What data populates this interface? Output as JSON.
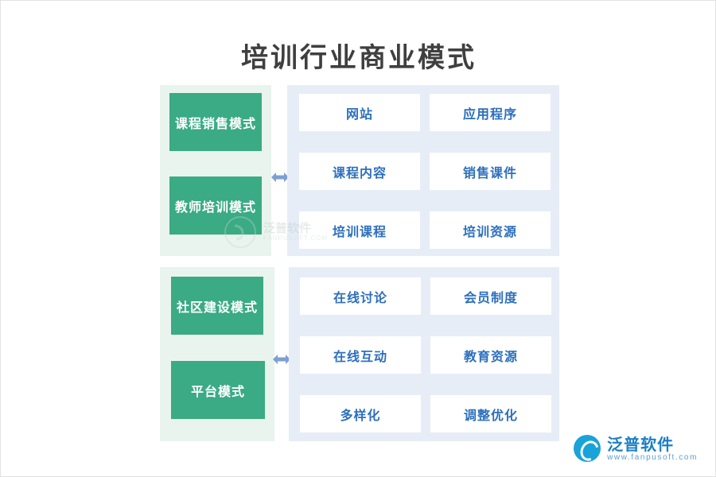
{
  "title": "培训行业商业模式",
  "colors": {
    "green": "#3aab84",
    "blue_text": "#2d6fbd",
    "left_panel_bg": "#eaf4ef",
    "right_panel_bg": "#e7edf7",
    "arrow": "#7d9fd1",
    "title_text": "#3f3f3f"
  },
  "groups": [
    {
      "left_items": [
        {
          "label": "课程销售模式"
        },
        {
          "label": "教师培训模式"
        }
      ],
      "arrow_icon": "double-arrow-horizontal-icon",
      "right_items": [
        {
          "label": "网站"
        },
        {
          "label": "应用程序"
        },
        {
          "label": "课程内容"
        },
        {
          "label": "销售课件"
        },
        {
          "label": "培训课程"
        },
        {
          "label": "培训资源"
        }
      ]
    },
    {
      "left_items": [
        {
          "label": "社区建设模式"
        },
        {
          "label": "平台模式"
        }
      ],
      "arrow_icon": "double-arrow-horizontal-icon",
      "right_items": [
        {
          "label": "在线讨论"
        },
        {
          "label": "会员制度"
        },
        {
          "label": "在线互动"
        },
        {
          "label": "教育资源"
        },
        {
          "label": "多样化"
        },
        {
          "label": "调整优化"
        }
      ]
    }
  ],
  "watermark": {
    "cn": "泛普软件",
    "en": "FANPUSOFT.COM"
  },
  "logo": {
    "cn": "泛普软件",
    "en": "www.fanpusoft.com"
  }
}
